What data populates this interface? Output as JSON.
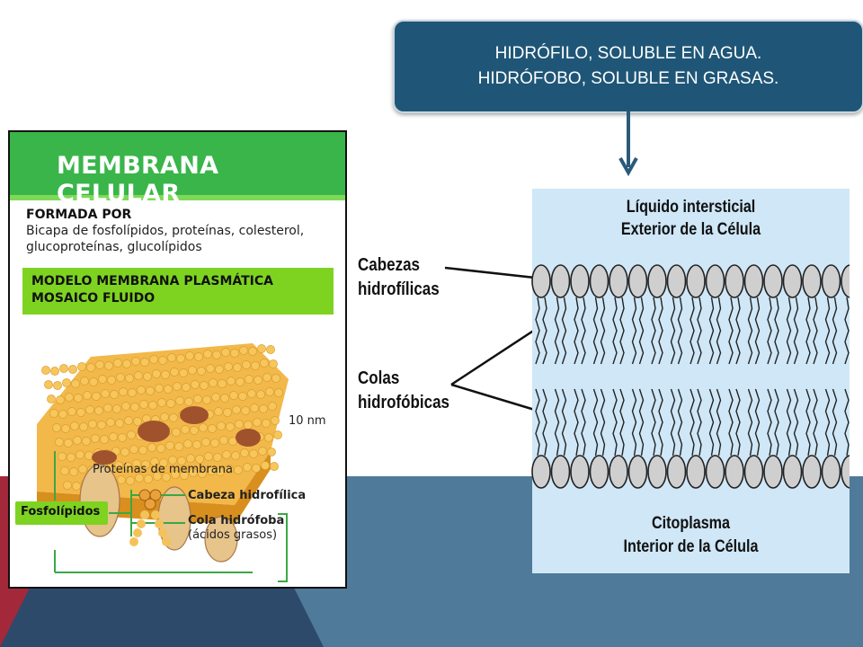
{
  "callout": {
    "line1": "HIDRÓFILO,  SOLUBLE EN AGUA.",
    "line2": "HIDRÓFOBO, SOLUBLE EN GRASAS."
  },
  "infographic": {
    "title": "MEMBRANA CELULAR",
    "formada_heading": "FORMADA POR",
    "formada_text": "Bicapa de fosfolípidos, proteínas, colesterol, glucoproteínas, glucolípidos",
    "modelo_line1": "MODELO MEMBRANA PLASMÁTICA",
    "modelo_line2": "MOSAICO FLUIDO",
    "label_10nm": "10 nm",
    "label_proteinas": "Proteínas de membrana",
    "label_fosfolipidos": "Fosfolípidos",
    "label_cabeza": "Cabeza hidrofílica",
    "label_cola": "Cola hidrófoba",
    "label_acidos": "(ácidos grasos)"
  },
  "diagram": {
    "top_line1": "Líquido intersticial",
    "top_line2": "Exterior de la Célula",
    "bottom_line1": "Citoplasma",
    "bottom_line2": "Interior de la Célula",
    "label_cabezas_1": "Cabezas",
    "label_cabezas_2": "hidrofílicas",
    "label_colas_1": "Colas",
    "label_colas_2": "hidrofóbicas"
  },
  "colors": {
    "callout_bg": "#1f5677",
    "arrow": "#2a5a7a",
    "green_band": "#39b54a",
    "lime_band": "#7ed321",
    "panel_blue": "#cfe7f7",
    "bg_steel": "#4f7a99",
    "bg_red": "#a3283a",
    "bg_navy": "#2e4a6b"
  }
}
